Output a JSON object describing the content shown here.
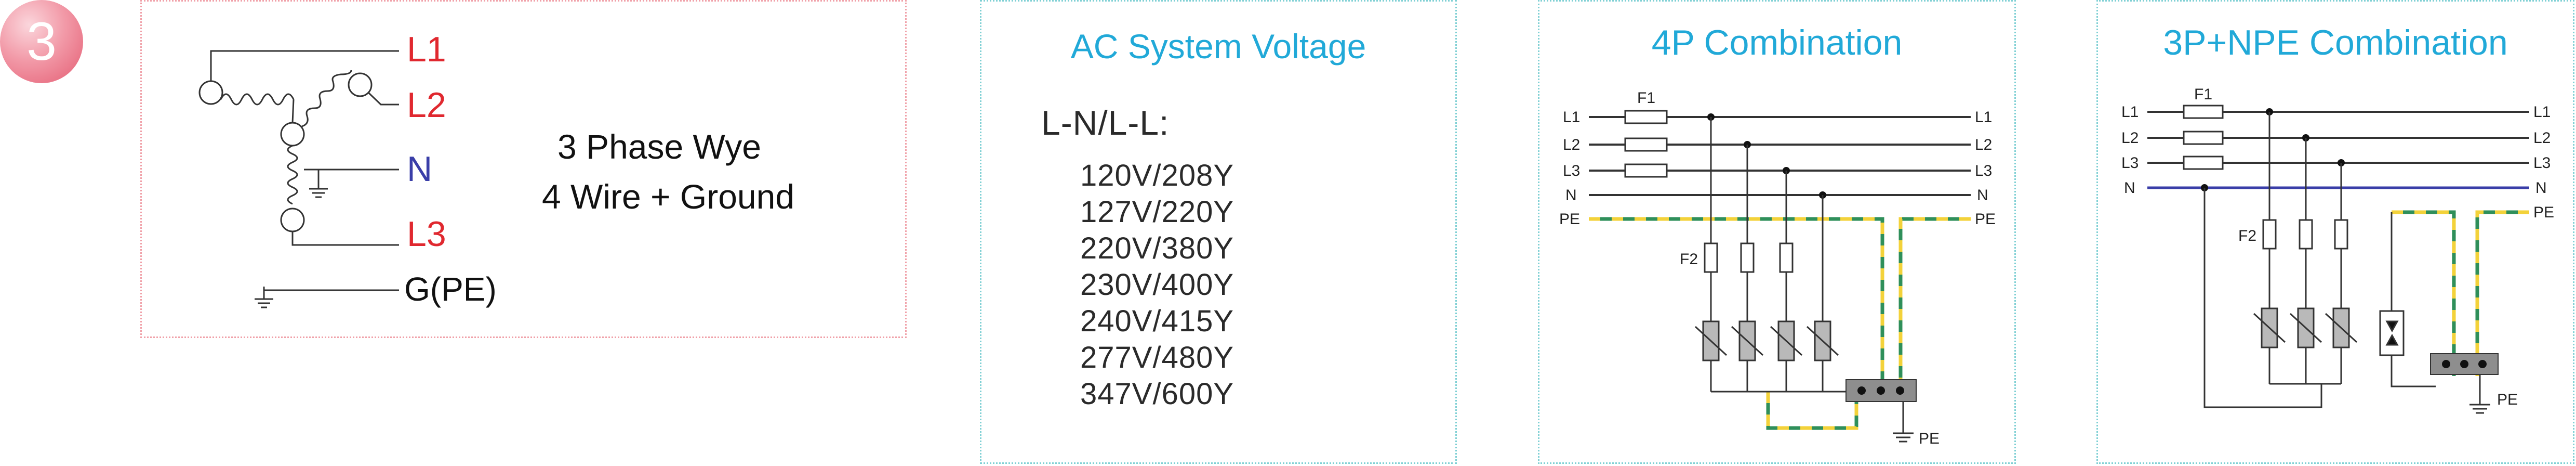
{
  "step": {
    "number": "3"
  },
  "wye": {
    "labels": {
      "l1": "L1",
      "l2": "L2",
      "n": "N",
      "l3": "L3",
      "ground": "G(PE)"
    },
    "caption_line1": "3 Phase Wye",
    "caption_line2": "4 Wire + Ground"
  },
  "voltage": {
    "title": "AC System Voltage",
    "header": "L-N/L-L:",
    "items": [
      "120V/208Y",
      "127V/220Y",
      "220V/380Y",
      "230V/400Y",
      "240V/415Y",
      "277V/480Y",
      "347V/600Y"
    ]
  },
  "combo4p": {
    "title": "4P Combination",
    "lines": [
      "L1",
      "L2",
      "L3",
      "N",
      "PE"
    ],
    "fuse1": "F1",
    "fuse2": "F2",
    "earth": "PE"
  },
  "combo3pnpe": {
    "title": "3P+NPE Combination",
    "lines": [
      "L1",
      "L2",
      "L3",
      "N",
      "PE"
    ],
    "fuse1": "F1",
    "fuse2": "F2",
    "earth": "PE"
  },
  "colors": {
    "phase_red": "#e0282f",
    "neutral_blue": "#3a3ea8",
    "pe_green": "#2f8f5a",
    "pe_yellow": "#f3d23a",
    "title_cyan": "#21a9d8"
  }
}
